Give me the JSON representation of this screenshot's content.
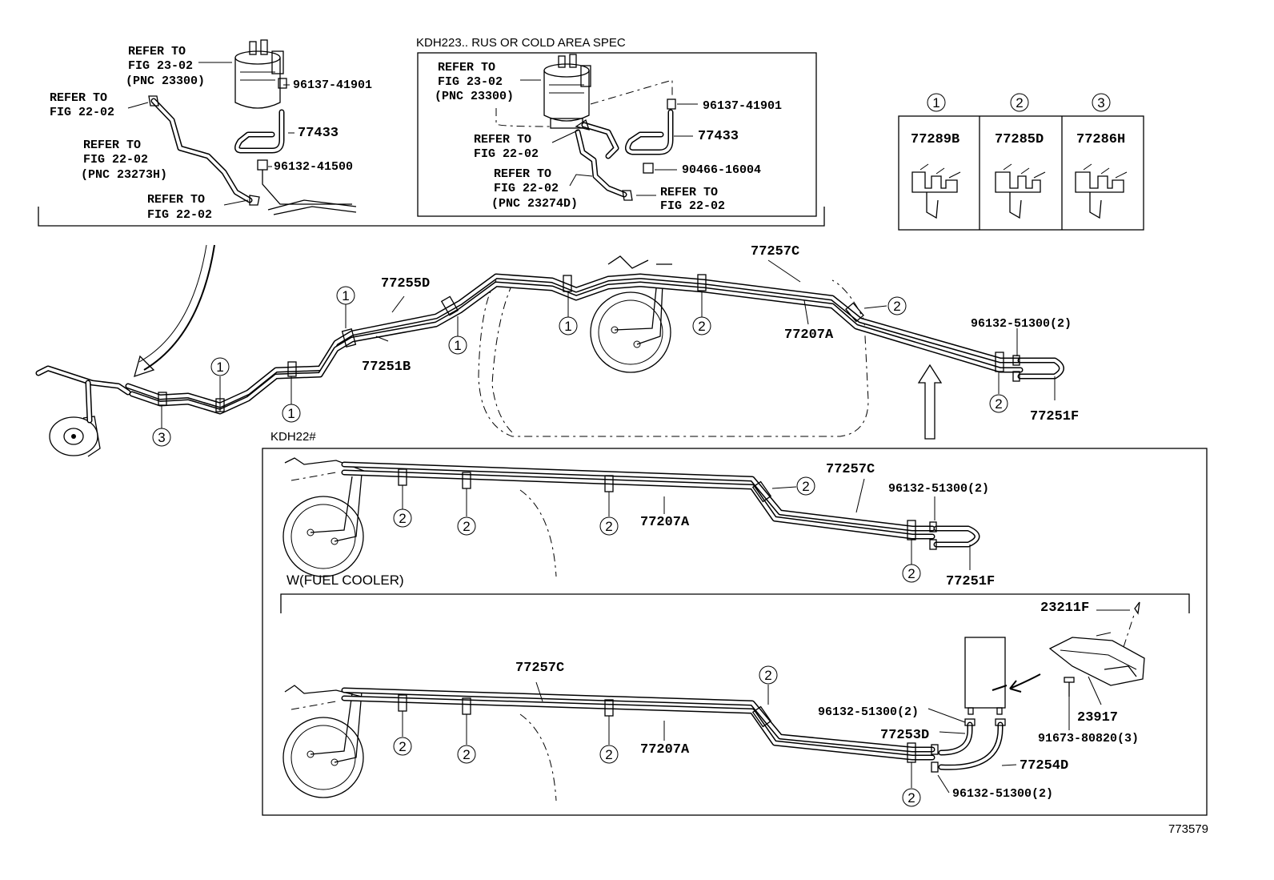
{
  "labels": {
    "kdh223_title": "KDH223.. RUS OR COLD AREA SPEC",
    "kdh22_title": "KDH22#",
    "fuel_cooler": "W(FUEL COOLER)",
    "diagram_id": "773579",
    "refer_to": "REFER TO",
    "fig_23_02": "FIG 23-02",
    "fig_22_02": "FIG 22-02",
    "pnc_23300": "(PNC 23300)",
    "pnc_23273h": "(PNC 23273H)",
    "pnc_23274d": "(PNC 23274D)"
  },
  "parts": {
    "p96137": "96137-41901",
    "p77433": "77433",
    "p96132_41500": "96132-41500",
    "p90466": "90466-16004",
    "p77289B": "77289B",
    "p77285D": "77285D",
    "p77286H": "77286H",
    "p77255D": "77255D",
    "p77251B": "77251B",
    "p77257C": "77257C",
    "p77207A": "77207A",
    "p96132_51300_2": "96132-51300(2)",
    "p77251F": "77251F",
    "p23211F": "23211F",
    "p23917": "23917",
    "p91673": "91673-80820(3)",
    "p77253D": "77253D",
    "p77254D": "77254D"
  },
  "clip_types": [
    "1",
    "2",
    "3"
  ],
  "circled": {
    "one": "1",
    "two": "2",
    "three": "3"
  }
}
